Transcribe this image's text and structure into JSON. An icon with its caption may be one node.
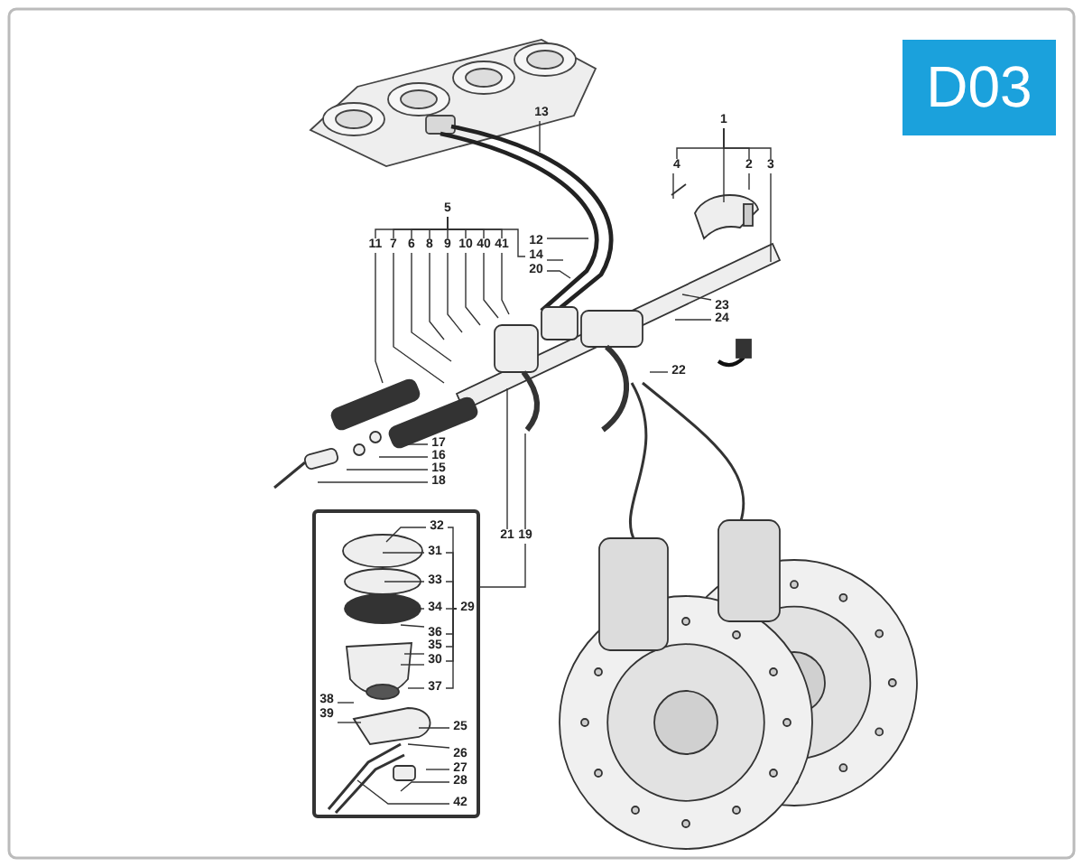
{
  "diagram": {
    "title": "D03",
    "nodes": [
      {
        "text": [
          "13"
        ]
      },
      {
        "text": [
          "1"
        ]
      },
      {
        "text": [
          "4"
        ]
      },
      {
        "text": [
          "2"
        ]
      },
      {
        "text": [
          "3"
        ]
      },
      {
        "text": [
          "5"
        ]
      },
      {
        "text": [
          "11"
        ]
      },
      {
        "text": [
          "7"
        ]
      },
      {
        "text": [
          "6"
        ]
      },
      {
        "text": [
          "8"
        ]
      },
      {
        "text": [
          "9"
        ]
      },
      {
        "text": [
          "10"
        ]
      },
      {
        "text": [
          "40"
        ]
      },
      {
        "text": [
          "41"
        ]
      },
      {
        "text": [
          "12"
        ]
      },
      {
        "text": [
          "14"
        ]
      },
      {
        "text": [
          "20"
        ]
      },
      {
        "text": [
          "23"
        ]
      },
      {
        "text": [
          "24"
        ]
      },
      {
        "text": [
          "22"
        ]
      },
      {
        "text": [
          "17"
        ]
      },
      {
        "text": [
          "16"
        ]
      },
      {
        "text": [
          "15"
        ]
      },
      {
        "text": [
          "18"
        ]
      },
      {
        "text": [
          "21"
        ]
      },
      {
        "text": [
          "19"
        ]
      },
      {
        "text": [],
        "shape": "box"
      },
      {
        "text": [
          "32"
        ],
        "in": 26
      },
      {
        "text": [
          "31"
        ],
        "in": 26
      },
      {
        "text": [
          "33"
        ],
        "in": 26
      },
      {
        "text": [
          "34"
        ],
        "in": 26
      },
      {
        "text": [
          "29"
        ],
        "in": 26
      },
      {
        "text": [
          "36"
        ],
        "in": 26
      },
      {
        "text": [
          "35"
        ],
        "in": 26
      },
      {
        "text": [
          "30"
        ],
        "in": 26
      },
      {
        "text": [
          "37"
        ],
        "in": 26
      },
      {
        "text": [
          "38"
        ],
        "in": 26
      },
      {
        "text": [
          "39"
        ],
        "in": 26
      },
      {
        "text": [
          "25"
        ],
        "in": 26
      },
      {
        "text": [
          "26"
        ],
        "in": 26
      },
      {
        "text": [
          "27"
        ],
        "in": 26
      },
      {
        "text": [
          "28"
        ],
        "in": 26
      },
      {
        "text": [
          "42"
        ],
        "in": 26
      }
    ],
    "edges": [
      {
        "from": 0,
        "to": null,
        "arrow": "none"
      },
      {
        "from": 1,
        "to": 2,
        "arrow": "none"
      },
      {
        "from": 1,
        "to": 3,
        "arrow": "none"
      },
      {
        "from": 1,
        "to": 4,
        "arrow": "none"
      },
      {
        "from": 1,
        "to": null,
        "arrow": "none"
      },
      {
        "from": 2,
        "to": null,
        "arrow": "none"
      },
      {
        "from": 3,
        "to": null,
        "arrow": "none"
      },
      {
        "from": 4,
        "to": null,
        "arrow": "none"
      },
      {
        "from": 5,
        "to": 6,
        "arrow": "none"
      },
      {
        "from": 5,
        "to": 7,
        "arrow": "none"
      },
      {
        "from": 5,
        "to": 8,
        "arrow": "none"
      },
      {
        "from": 5,
        "to": 9,
        "arrow": "none"
      },
      {
        "from": 5,
        "to": 10,
        "arrow": "none"
      },
      {
        "from": 5,
        "to": 11,
        "arrow": "none"
      },
      {
        "from": 5,
        "to": 12,
        "arrow": "none"
      },
      {
        "from": 5,
        "to": 13,
        "arrow": "none"
      },
      {
        "from": 5,
        "to": 15,
        "arrow": "none"
      },
      {
        "from": 6,
        "to": null,
        "arrow": "none"
      },
      {
        "from": 7,
        "to": null,
        "arrow": "none"
      },
      {
        "from": 8,
        "to": null,
        "arrow": "none"
      },
      {
        "from": 9,
        "to": null,
        "arrow": "none"
      },
      {
        "from": 10,
        "to": null,
        "arrow": "none"
      },
      {
        "from": 11,
        "to": null,
        "arrow": "none"
      },
      {
        "from": 12,
        "to": null,
        "arrow": "none"
      },
      {
        "from": 13,
        "to": null,
        "arrow": "none"
      },
      {
        "from": 14,
        "to": null,
        "arrow": "none"
      },
      {
        "from": 15,
        "to": null,
        "arrow": "none"
      },
      {
        "from": 16,
        "to": null,
        "arrow": "none"
      },
      {
        "from": 17,
        "to": null,
        "arrow": "none"
      },
      {
        "from": 18,
        "to": null,
        "arrow": "none"
      },
      {
        "from": 19,
        "to": null,
        "arrow": "none"
      },
      {
        "from": 20,
        "to": null,
        "arrow": "none"
      },
      {
        "from": 21,
        "to": null,
        "arrow": "none"
      },
      {
        "from": 22,
        "to": null,
        "arrow": "none"
      },
      {
        "from": 23,
        "to": null,
        "arrow": "none"
      },
      {
        "from": 24,
        "to": null,
        "arrow": "none"
      },
      {
        "from": 25,
        "to": null,
        "arrow": "none"
      },
      {
        "from": 25,
        "to": 26,
        "arrow": "none"
      },
      {
        "from": 31,
        "to": 27,
        "arrow": "none"
      },
      {
        "from": 31,
        "to": 28,
        "arrow": "none"
      },
      {
        "from": 31,
        "to": 29,
        "arrow": "none"
      },
      {
        "from": 31,
        "to": 30,
        "arrow": "none"
      },
      {
        "from": 31,
        "to": 32,
        "arrow": "none"
      },
      {
        "from": 31,
        "to": 33,
        "arrow": "none"
      },
      {
        "from": 31,
        "to": 34,
        "arrow": "none"
      },
      {
        "from": 31,
        "to": 35,
        "arrow": "none"
      },
      {
        "from": 27,
        "to": null,
        "arrow": "none"
      },
      {
        "from": 28,
        "to": null,
        "arrow": "none"
      },
      {
        "from": 29,
        "to": null,
        "arrow": "none"
      },
      {
        "from": 30,
        "to": null,
        "arrow": "none"
      },
      {
        "from": 32,
        "to": null,
        "arrow": "none"
      },
      {
        "from": 33,
        "to": null,
        "arrow": "none"
      },
      {
        "from": 34,
        "to": null,
        "arrow": "none"
      },
      {
        "from": 35,
        "to": null,
        "arrow": "none"
      },
      {
        "from": 36,
        "to": null,
        "arrow": "none"
      },
      {
        "from": 37,
        "to": null,
        "arrow": "none"
      },
      {
        "from": 38,
        "to": null,
        "arrow": "none"
      },
      {
        "from": 39,
        "to": null,
        "arrow": "none"
      },
      {
        "from": 40,
        "to": null,
        "arrow": "none"
      },
      {
        "from": 41,
        "to": null,
        "arrow": "none"
      },
      {
        "from": 42,
        "to": null,
        "arrow": "none"
      }
    ]
  }
}
